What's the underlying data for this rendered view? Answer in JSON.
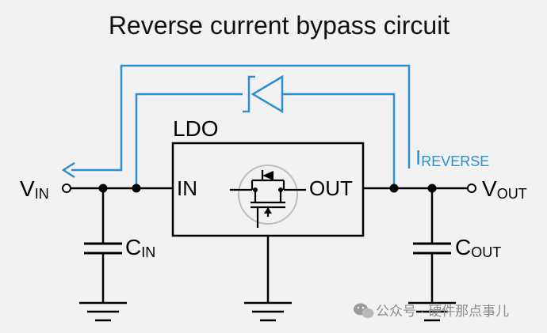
{
  "title": "Reverse current bypass circuit",
  "ldo": {
    "label": "LDO",
    "in_label": "IN",
    "out_label": "OUT"
  },
  "vin": {
    "main": "V",
    "sub": "IN"
  },
  "vout": {
    "main": "V",
    "sub": "OUT"
  },
  "cin": {
    "main": "C",
    "sub": "IN"
  },
  "cout": {
    "main": "C",
    "sub": "OUT"
  },
  "ireverse": {
    "main": "I",
    "sub": "REVERSE"
  },
  "watermark": {
    "icon": "wechat-icon",
    "text": "公众号 · 硬件那点事儿"
  },
  "colors": {
    "wire": "#000000",
    "bypass": "#2b8fd0",
    "background": "#f2f2f2",
    "mosfet_circle": "#bdbdbd",
    "watermark": "#8c8c8c"
  }
}
